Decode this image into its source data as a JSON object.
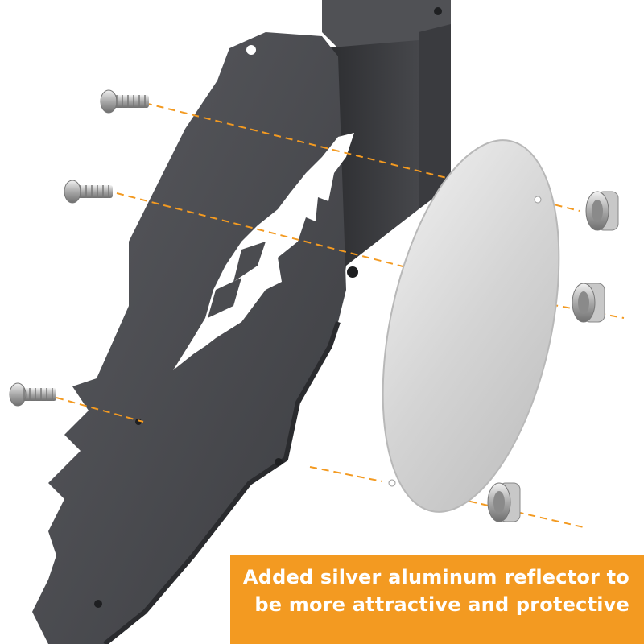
{
  "caption": {
    "line1": "Added silver aluminum reflector to",
    "line2": "be more attractive and protective"
  },
  "colors": {
    "accent": "#f39a21",
    "plate": "#4b4c50",
    "plate_edge": "#2f3033",
    "reflector": "#d9d9d9",
    "guide_line": "#f39a21"
  },
  "parts": {
    "screws": 3,
    "nuts": 3,
    "reflector_shape": "oval disc",
    "plate_cutout": "logo-icon"
  }
}
